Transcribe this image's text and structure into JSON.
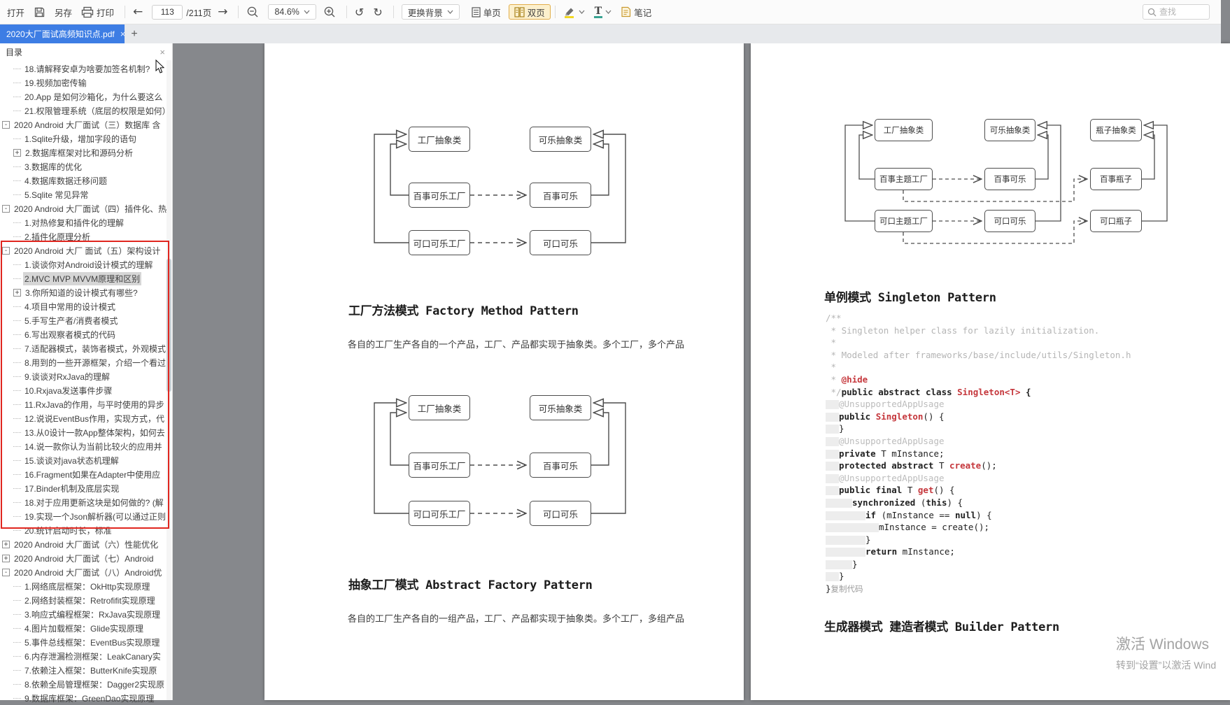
{
  "toolbar": {
    "open_label": "打开",
    "save_as_label": "另存",
    "print_label": "打印",
    "page_current": "113",
    "page_total": "/211页",
    "zoom_value": "84.6%",
    "change_bg_label": "更换背景",
    "single_label": "单页",
    "double_label": "双页",
    "text_tool_label": "T",
    "note_label": "笔记",
    "search_placeholder": "查找"
  },
  "icons": {
    "back": "←",
    "forward": "→",
    "undo": "↺",
    "redo": "↻",
    "close": "×",
    "add_tab": "+"
  },
  "tabbar": {
    "title": "2020大厂面试高频知识点.pdf"
  },
  "sidebar": {
    "title": "目录",
    "items": [
      {
        "level": 2,
        "label": "18.请解释安卓为啥要加签名机制?"
      },
      {
        "level": 2,
        "label": "19.视频加密传输"
      },
      {
        "level": 2,
        "label": "20.App 是如何沙箱化，为什么要这么"
      },
      {
        "level": 2,
        "label": "21.权限管理系统（底层的权限是如何）"
      },
      {
        "level": 1,
        "expand": "minus",
        "label": "2020 Android 大厂面试（三）数据库 含"
      },
      {
        "level": 2,
        "label": "1.Sqlite升级，增加字段的语句"
      },
      {
        "level": 2,
        "expand": "plus",
        "label": "2.数据库框架对比和源码分析"
      },
      {
        "level": 2,
        "label": "3.数据库的优化"
      },
      {
        "level": 2,
        "label": "4.数据库数据迁移问题"
      },
      {
        "level": 2,
        "label": "5.Sqlite 常见异常"
      },
      {
        "level": 1,
        "expand": "minus",
        "label": "2020 Android 大厂面试（四）插件化、热"
      },
      {
        "level": 2,
        "label": "1.对热修复和插件化的理解"
      },
      {
        "level": 2,
        "label": "2.插件化原理分析"
      },
      {
        "level": 1,
        "expand": "minus",
        "label": "2020 Android 大厂 面试（五）架构设计"
      },
      {
        "level": 2,
        "label": "1.谈谈你对Android设计模式的理解"
      },
      {
        "level": 2,
        "selected": true,
        "label": "2.MVC MVP MVVM原理和区别"
      },
      {
        "level": 2,
        "expand": "plus",
        "label": "3.你所知道的设计模式有哪些?"
      },
      {
        "level": 2,
        "label": "4.项目中常用的设计模式"
      },
      {
        "level": 2,
        "label": "5.手写生产者/消费者模式"
      },
      {
        "level": 2,
        "label": "6.写出观察者模式的代码"
      },
      {
        "level": 2,
        "label": "7.适配器模式，装饰者模式，外观模式"
      },
      {
        "level": 2,
        "label": "8.用到的一些开源框架，介绍一个看过"
      },
      {
        "level": 2,
        "label": "9.谈谈对RxJava的理解"
      },
      {
        "level": 2,
        "label": "10.Rxjava发送事件步骤"
      },
      {
        "level": 2,
        "label": "11.RxJava的作用，与平时使用的异步"
      },
      {
        "level": 2,
        "label": "12.说说EventBus作用，实现方式，代"
      },
      {
        "level": 2,
        "label": "13.从0设计一款App整体架构，如何去"
      },
      {
        "level": 2,
        "label": "14.说一款你认为当前比较火的应用并"
      },
      {
        "level": 2,
        "label": "15.谈谈对java状态机理解"
      },
      {
        "level": 2,
        "label": "16.Fragment如果在Adapter中使用应"
      },
      {
        "level": 2,
        "label": "17.Binder机制及底层实现"
      },
      {
        "level": 2,
        "label": "18.对于应用更新这块是如何做的? (解"
      },
      {
        "level": 2,
        "label": "19.实现一个Json解析器(可以通过正则"
      },
      {
        "level": 2,
        "label": "20.统计启动时长，标准"
      },
      {
        "level": 1,
        "expand": "plus",
        "label": "2020 Android 大厂面试（六）性能优化"
      },
      {
        "level": 1,
        "expand": "plus",
        "label": "2020 Android 大厂面试（七）Android"
      },
      {
        "level": 1,
        "expand": "minus",
        "label": "2020 Android 大厂面试（八）Android优"
      },
      {
        "level": 2,
        "label": "1.网络底层框架：OkHttp实现原理"
      },
      {
        "level": 2,
        "label": "2.网络封装框架：Retrofifit实现原理"
      },
      {
        "level": 2,
        "label": "3.响应式编程框架：RxJava实现原理"
      },
      {
        "level": 2,
        "label": "4.图片加载框架：Glide实现原理"
      },
      {
        "level": 2,
        "label": "5.事件总线框架：EventBus实现原理"
      },
      {
        "level": 2,
        "label": "6.内存泄漏检测框架：LeakCanary实"
      },
      {
        "level": 2,
        "label": "7.依赖注入框架：ButterKnife实现原"
      },
      {
        "level": 2,
        "label": "8.依赖全局管理框架：Dagger2实现原"
      },
      {
        "level": 2,
        "label": "9.数据库框架：GreenDao实现原理"
      }
    ]
  },
  "page1": {
    "diagram_boxes": [
      "工厂抽象类",
      "可乐抽象类",
      "百事可乐工厂",
      "百事可乐",
      "可口可乐工厂",
      "可口可乐"
    ],
    "heading1": "工厂方法模式 Factory Method Pattern",
    "body1": "各自的工厂生产各自的一个产品，工厂、产品都实现于抽象类。多个工厂，多个产品",
    "heading2": "抽象工厂模式 Abstract Factory Pattern",
    "body2": "各自的工厂生产各自的一组产品，工厂、产品都实现于抽象类。多个工厂，多组产品"
  },
  "page2": {
    "diagram_boxes": [
      "工厂抽象类",
      "可乐抽象类",
      "瓶子抽象类",
      "百事主题工厂",
      "百事可乐",
      "百事瓶子",
      "可口主题工厂",
      "可口可乐",
      "可口瓶子"
    ],
    "heading1": "单例模式 Singleton Pattern",
    "heading2": "生成器模式 建造者模式 Builder Pattern",
    "code_lines": [
      {
        "indent": 0,
        "segs": [
          {
            "c": "c",
            "t": "/**"
          }
        ]
      },
      {
        "indent": 0,
        "segs": [
          {
            "c": "c",
            "t": " * Singleton helper class for lazily initialization."
          }
        ]
      },
      {
        "indent": 0,
        "segs": [
          {
            "c": "c",
            "t": " *"
          }
        ]
      },
      {
        "indent": 0,
        "segs": [
          {
            "c": "c",
            "t": " * Modeled after frameworks/base/include/utils/Singleton.h"
          }
        ]
      },
      {
        "indent": 0,
        "segs": [
          {
            "c": "c",
            "t": " *"
          }
        ]
      },
      {
        "indent": 0,
        "segs": [
          {
            "c": "c",
            "t": " * "
          },
          {
            "c": "r",
            "t": "@hide"
          }
        ]
      },
      {
        "indent": 0,
        "segs": [
          {
            "c": "c",
            "t": " */"
          },
          {
            "c": "k",
            "t": "public abstract class "
          },
          {
            "c": "r",
            "t": "Singleton<T>"
          },
          {
            "c": "k",
            "t": " {"
          }
        ]
      },
      {
        "indent": 1,
        "segs": [
          {
            "c": "a",
            "t": "@UnsupportedAppUsage"
          }
        ]
      },
      {
        "indent": 1,
        "segs": [
          {
            "c": "k",
            "t": "public "
          },
          {
            "c": "r",
            "t": "Singleton"
          },
          {
            "c": "p",
            "t": "() {"
          }
        ]
      },
      {
        "indent": 1,
        "segs": [
          {
            "c": "p",
            "t": "}"
          }
        ]
      },
      {
        "indent": 1,
        "segs": [
          {
            "c": "a",
            "t": "@UnsupportedAppUsage"
          }
        ]
      },
      {
        "indent": 1,
        "segs": [
          {
            "c": "k",
            "t": "private"
          },
          {
            "c": "p",
            "t": " T mInstance;"
          }
        ]
      },
      {
        "indent": 1,
        "segs": [
          {
            "c": "k",
            "t": "protected abstract"
          },
          {
            "c": "p",
            "t": " T "
          },
          {
            "c": "r",
            "t": "create"
          },
          {
            "c": "p",
            "t": "();"
          }
        ]
      },
      {
        "indent": 1,
        "segs": [
          {
            "c": "a",
            "t": "@UnsupportedAppUsage"
          }
        ]
      },
      {
        "indent": 1,
        "segs": [
          {
            "c": "k",
            "t": "public final"
          },
          {
            "c": "p",
            "t": " T "
          },
          {
            "c": "r",
            "t": "get"
          },
          {
            "c": "p",
            "t": "() {"
          }
        ]
      },
      {
        "indent": 2,
        "segs": [
          {
            "c": "k",
            "t": "synchronized"
          },
          {
            "c": "p",
            "t": " ("
          },
          {
            "c": "k",
            "t": "this"
          },
          {
            "c": "p",
            "t": ") {"
          }
        ]
      },
      {
        "indent": 3,
        "segs": [
          {
            "c": "k",
            "t": "if"
          },
          {
            "c": "p",
            "t": " (mInstance == "
          },
          {
            "c": "k",
            "t": "null"
          },
          {
            "c": "p",
            "t": ") {"
          }
        ]
      },
      {
        "indent": 4,
        "segs": [
          {
            "c": "p",
            "t": "mInstance = create();"
          }
        ]
      },
      {
        "indent": 3,
        "segs": [
          {
            "c": "p",
            "t": "}"
          }
        ]
      },
      {
        "indent": 3,
        "segs": [
          {
            "c": "k",
            "t": "return"
          },
          {
            "c": "p",
            "t": " mInstance;"
          }
        ]
      },
      {
        "indent": 2,
        "segs": [
          {
            "c": "p",
            "t": "}"
          }
        ]
      },
      {
        "indent": 1,
        "segs": [
          {
            "c": "p",
            "t": "}"
          }
        ]
      },
      {
        "indent": 0,
        "segs": [
          {
            "c": "p",
            "t": "}"
          },
          {
            "c": "copy",
            "t": "复制代码"
          }
        ]
      }
    ]
  },
  "watermark": {
    "line1": "激活 Windows",
    "line2": "转到“设置”以激活 Wind"
  }
}
